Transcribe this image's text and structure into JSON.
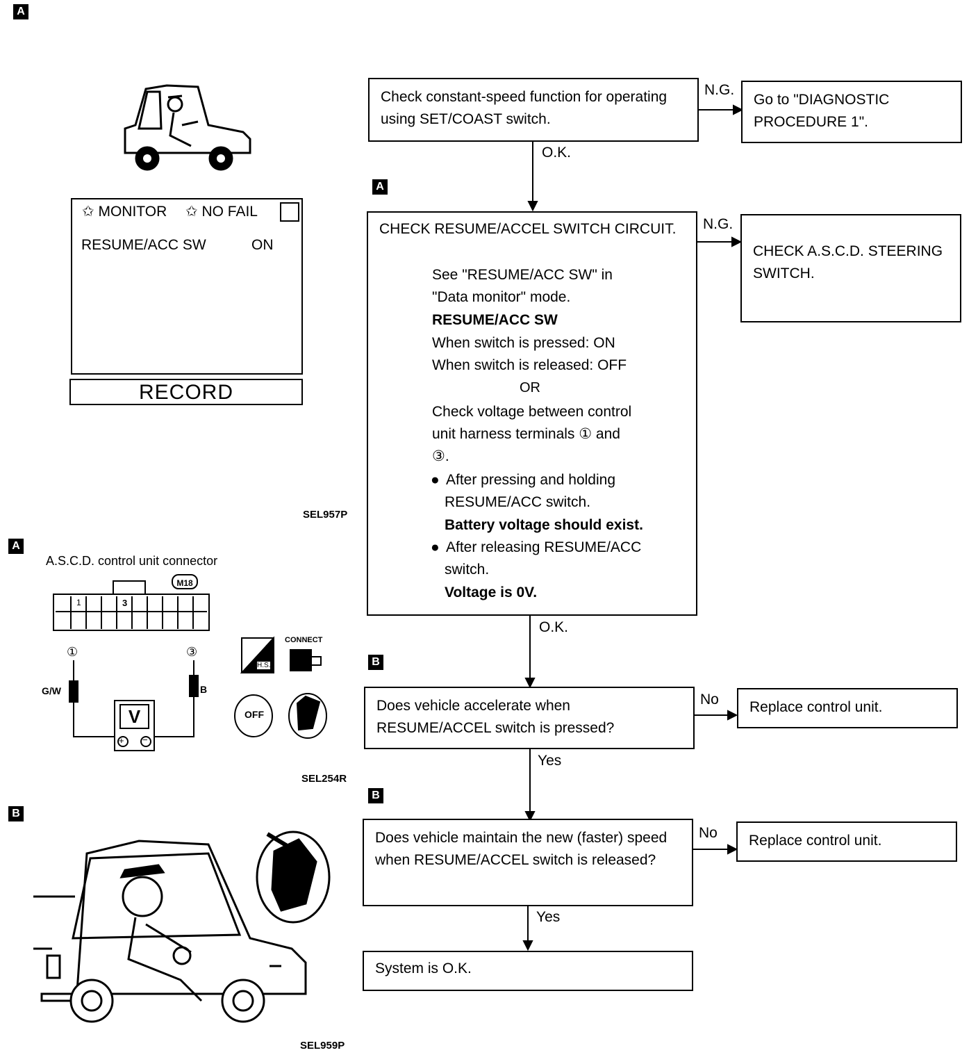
{
  "section_tags": {
    "a1": "A",
    "a2": "A",
    "a3": "A",
    "b1": "B",
    "b2": "B",
    "b3": "B"
  },
  "figure_codes": {
    "top": "SEL957P",
    "middle": "SEL254R",
    "bottom": "SEL959P"
  },
  "monitor": {
    "header_monitor": "MONITOR",
    "header_nofail": "NO FAIL",
    "item_label": "RESUME/ACC SW",
    "item_value": "ON",
    "record_button": "RECORD"
  },
  "connector": {
    "title": "A.S.C.D. control unit connector",
    "connector_id": "M18",
    "pin1": "1",
    "pin3": "3",
    "term1": "①",
    "term3": "③",
    "wire_left": "G/W",
    "wire_right": "B",
    "meter": "V",
    "plus": "+",
    "minus": "−",
    "connect_label": "CONNECT",
    "hs_label": "H.S.",
    "off_label": "OFF"
  },
  "flow": {
    "step1": "Check constant-speed function for operating using SET/COAST switch.",
    "step1_ng_target": "Go to \"DIAGNOSTIC PROCEDURE 1\".",
    "ng1": "N.G.",
    "ok1": "O.K.",
    "step2_title": "CHECK RESUME/ACCEL SWITCH CIRCUIT.",
    "step2_see1": "See \"RESUME/ACC SW\" in",
    "step2_see2": "\"Data monitor\" mode.",
    "step2_bold": "RESUME/ACC SW",
    "step2_pressed": "When switch is pressed: ON",
    "step2_released": "When switch is released: OFF",
    "or": "OR",
    "step2_volt1": "Check voltage between control",
    "step2_volt2": "unit harness terminals ① and",
    "step2_volt3": "③.",
    "bullet1a": "After pressing and holding",
    "bullet1b": "RESUME/ACC switch.",
    "bullet1c": "Battery voltage should exist.",
    "bullet2a": "After releasing RESUME/ACC",
    "bullet2b": "switch.",
    "bullet2c": "Voltage is 0V.",
    "ng2": "N.G.",
    "step2_ng_target": "CHECK A.S.C.D. STEERING SWITCH.",
    "ok2": "O.K.",
    "step3": "Does vehicle accelerate when RESUME/ACCEL switch is pressed?",
    "no3": "No",
    "step3_no_target": "Replace control unit.",
    "yes3": "Yes",
    "step4": "Does vehicle maintain the new (faster) speed when RESUME/ACCEL switch is released?",
    "no4": "No",
    "step4_no_target": "Replace control unit.",
    "yes4": "Yes",
    "step5": "System is O.K."
  }
}
